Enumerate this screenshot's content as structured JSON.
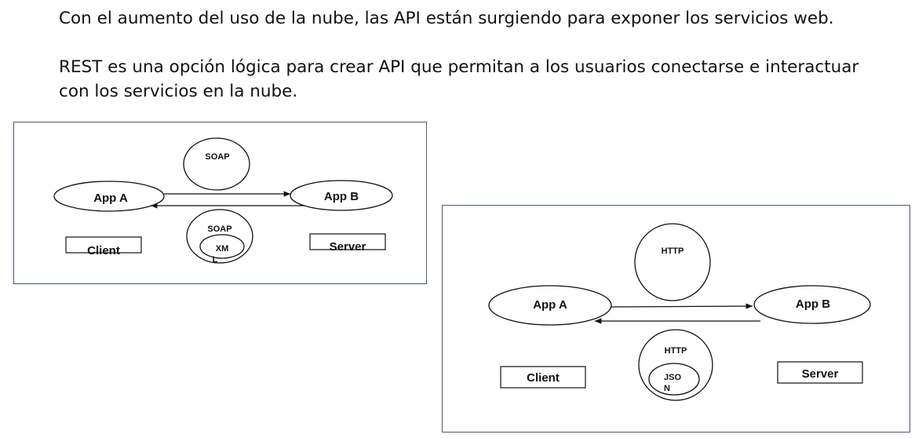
{
  "text": {
    "paragraph_1": "Con el aumento del uso de la nube, las API están surgiendo para exponer los servicios web.",
    "paragraph_2": "REST es una opción lógica para crear API que permitan a los usuarios conectarse e interactuar con los servicios en la nube."
  },
  "soap_diagram": {
    "app_a": "App A",
    "app_b": "App B",
    "protocol_top": "SOAP",
    "protocol_bottom": "SOAP",
    "format_line1": "XM",
    "format_line2": "L",
    "client": "Client",
    "server": "Server"
  },
  "rest_diagram": {
    "app_a": "App A",
    "app_b": "App B",
    "protocol_top": "HTTP",
    "protocol_bottom": "HTTP",
    "format_line1": "JSO",
    "format_line2": "N",
    "client": "Client",
    "server": "Server"
  },
  "colors": {
    "panel_border": "#4a5a78",
    "line": "#111111"
  }
}
